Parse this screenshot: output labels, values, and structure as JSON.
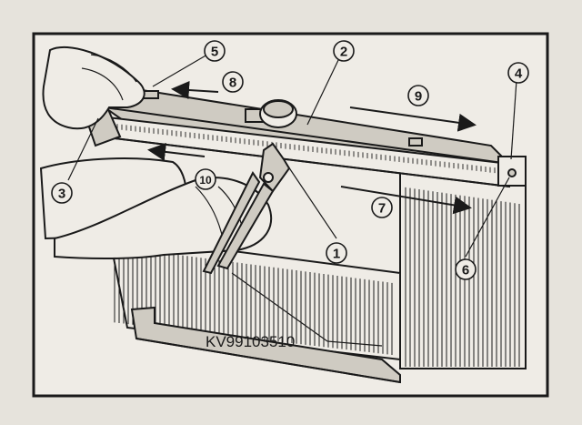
{
  "figure": {
    "callouts": [
      {
        "id": "1",
        "label": "①"
      },
      {
        "id": "2",
        "label": "②"
      },
      {
        "id": "3",
        "label": "③"
      },
      {
        "id": "4",
        "label": "④"
      },
      {
        "id": "5",
        "label": "⑤"
      },
      {
        "id": "6",
        "label": "⑥"
      },
      {
        "id": "7",
        "label": "⑦"
      },
      {
        "id": "8",
        "label": "⑧"
      },
      {
        "id": "9",
        "label": "⑨"
      },
      {
        "id": "10",
        "label": "⑩"
      }
    ],
    "tool_label": "KV99103510"
  },
  "colors": {
    "ink": "#1a1a1a",
    "paper": "#efece6",
    "page": "#e6e3dc"
  }
}
